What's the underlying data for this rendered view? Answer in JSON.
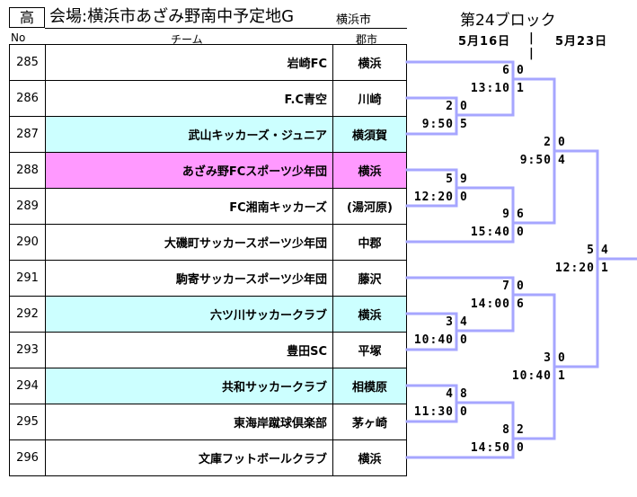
{
  "header": {
    "grade": "高",
    "title": "会場:横浜市あざみ野南中予定地G",
    "city": "横浜市",
    "block": "第24ブロック",
    "date1": "5月16日",
    "sep": "|",
    "date2": "5月23日"
  },
  "columns": {
    "no": "No",
    "team": "チーム",
    "city": "郡市"
  },
  "colors": {
    "line": "#a6a6ff",
    "cyan": "#ccffff",
    "pink": "#ff99ff"
  },
  "teams": [
    {
      "no": "285",
      "name": "岩崎FC",
      "city": "横浜",
      "hl": ""
    },
    {
      "no": "286",
      "name": "F.C青空",
      "city": "川崎",
      "hl": ""
    },
    {
      "no": "287",
      "name": "武山キッカーズ・ジュニア",
      "city": "横須賀",
      "hl": "cyan"
    },
    {
      "no": "288",
      "name": "あざみ野FCスポーツ少年団",
      "city": "横浜",
      "hl": "pink"
    },
    {
      "no": "289",
      "name": "FC湘南キッカーズ",
      "city": "(湯河原)",
      "hl": ""
    },
    {
      "no": "290",
      "name": "大磯町サッカースポーツ少年団",
      "city": "中郡",
      "hl": ""
    },
    {
      "no": "291",
      "name": "駒寄サッカースポーツ少年団",
      "city": "藤沢",
      "hl": ""
    },
    {
      "no": "292",
      "name": "六ツ川サッカークラブ",
      "city": "横浜",
      "hl": "cyan"
    },
    {
      "no": "293",
      "name": "豊田SC",
      "city": "平塚",
      "hl": ""
    },
    {
      "no": "294",
      "name": "共和サッカークラブ",
      "city": "相模原",
      "hl": "cyan"
    },
    {
      "no": "295",
      "name": "東海岸蹴球倶楽部",
      "city": "茅ヶ崎",
      "hl": ""
    },
    {
      "no": "296",
      "name": "文庫フットボールクラブ",
      "city": "横浜",
      "hl": ""
    }
  ],
  "matches": [
    {
      "tl": "2",
      "tr": "0",
      "bl": "9:50",
      "br": "5"
    },
    {
      "tl": "6",
      "tr": "0",
      "bl": "13:10",
      "br": "1"
    },
    {
      "tl": "5",
      "tr": "9",
      "bl": "12:20",
      "br": "0"
    },
    {
      "tl": "9",
      "tr": "6",
      "bl": "15:40",
      "br": "0"
    },
    {
      "tl": "2",
      "tr": "0",
      "bl": "9:50",
      "br": "4"
    },
    {
      "tl": "3",
      "tr": "4",
      "bl": "10:40",
      "br": "0"
    },
    {
      "tl": "7",
      "tr": "0",
      "bl": "14:00",
      "br": "6"
    },
    {
      "tl": "4",
      "tr": "8",
      "bl": "11:30",
      "br": "0"
    },
    {
      "tl": "8",
      "tr": "2",
      "bl": "14:50",
      "br": "0"
    },
    {
      "tl": "3",
      "tr": "0",
      "bl": "10:40",
      "br": "1"
    },
    {
      "tl": "5",
      "tr": "4",
      "bl": "12:20",
      "br": "1"
    }
  ]
}
